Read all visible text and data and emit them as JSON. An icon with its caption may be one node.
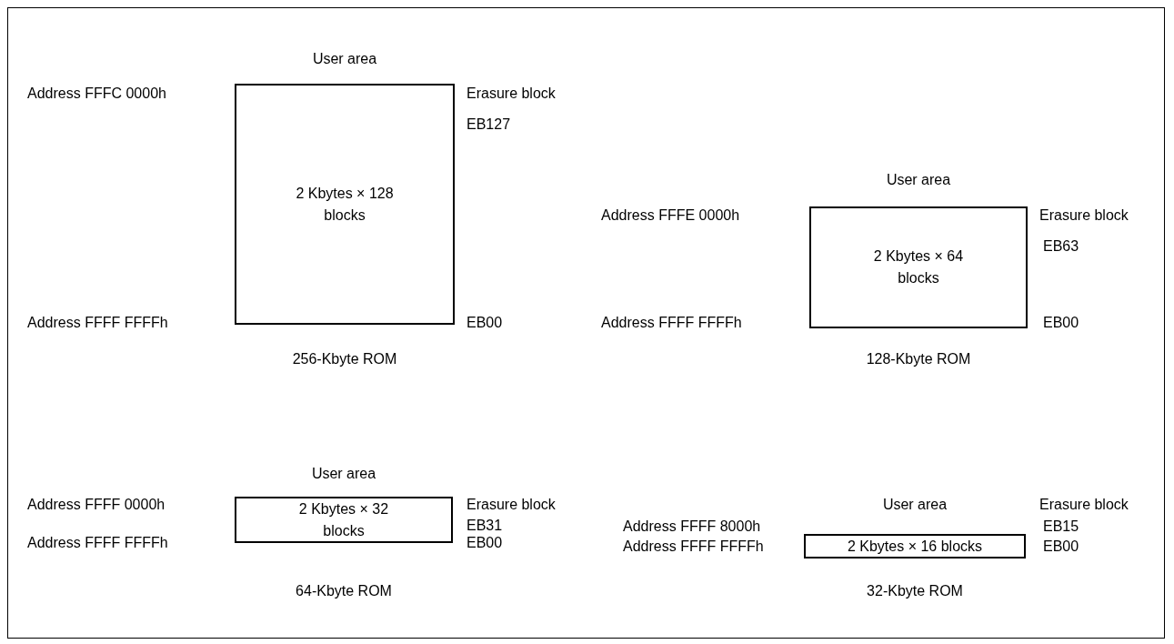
{
  "diagram": {
    "nodes": [
      {
        "text": [
          "2 Kbytes × 128 blocks"
        ],
        "beside": [
          "User area",
          "256-Kbyte ROM"
        ]
      },
      {
        "text": [
          "2 Kbytes × 64 blocks"
        ],
        "beside": [
          "User area",
          "128-Kbyte ROM"
        ]
      },
      {
        "text": [
          "2 Kbytes × 32 blocks"
        ],
        "beside": [
          "User area",
          "64-Kbyte ROM"
        ]
      },
      {
        "text": [
          "2 Kbytes × 16 blocks"
        ],
        "beside": [
          "User area",
          "32-Kbyte ROM"
        ]
      }
    ],
    "edges": [],
    "labels": [
      "Address FFFC 0000h",
      "Erasure block",
      "EB127",
      "Address FFFF FFFFh",
      "EB00",
      "Address FFFE 0000h",
      "Erasure block",
      "EB63",
      "Address FFFF FFFFh",
      "EB00",
      "Address FFFF 0000h",
      "Erasure block",
      "EB31",
      "Address FFFF FFFFh",
      "EB00",
      "Erasure block",
      "Address FFFF 8000h",
      "EB15",
      "Address FFFF FFFFh",
      "EB00"
    ]
  }
}
